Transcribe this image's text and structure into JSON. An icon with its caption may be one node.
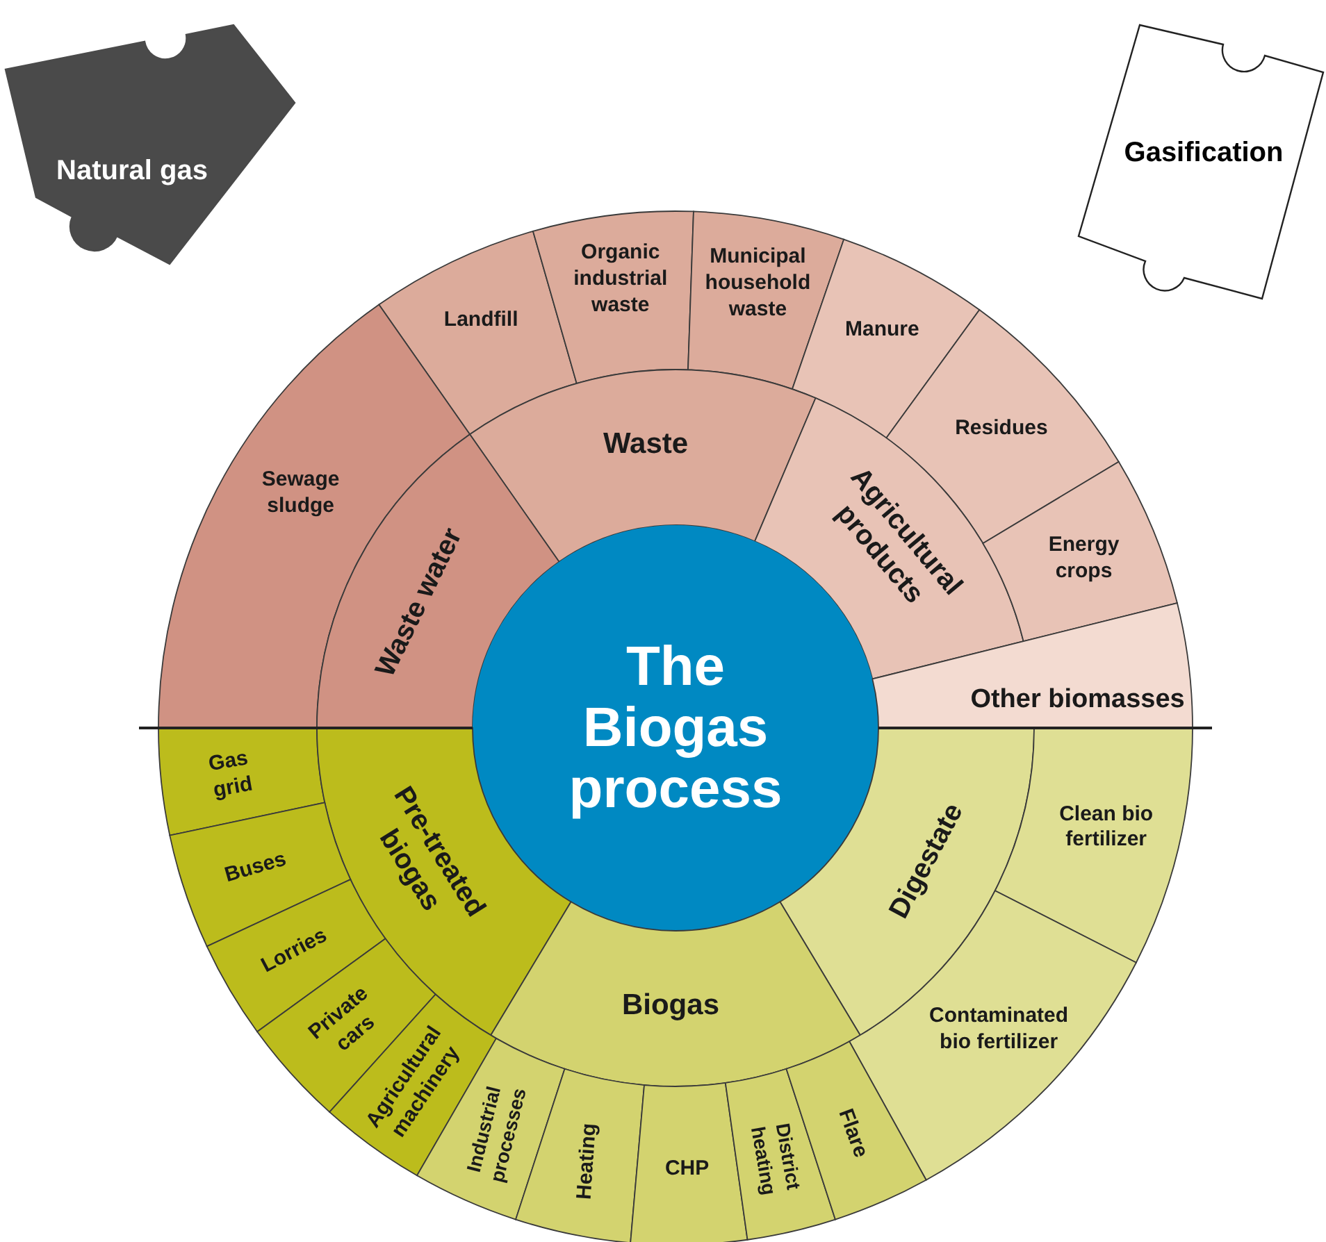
{
  "diagram": {
    "nodes": [
      {
        "text": [
          "Natural gas"
        ]
      },
      {
        "text": [
          "Gasification"
        ]
      },
      {
        "text": [
          "Landfill"
        ]
      },
      {
        "text": [
          "Organic industrial waste"
        ]
      },
      {
        "text": [
          "Municipal household waste"
        ]
      },
      {
        "text": [
          "Manure"
        ]
      },
      {
        "text": [
          "Sewage sludge"
        ]
      },
      {
        "text": [
          "Waste"
        ]
      },
      {
        "text": [
          "Residues"
        ]
      },
      {
        "text": [
          "Agricultural products"
        ]
      },
      {
        "text": [
          "Waste water"
        ]
      },
      {
        "text": [
          "Energy crops"
        ]
      },
      {
        "text": [
          "The Biogas process"
        ]
      },
      {
        "text": [
          "Other biomasses"
        ]
      },
      {
        "text": [
          "Gas grid"
        ]
      },
      {
        "text": [
          "Pre-treated biogas"
        ]
      },
      {
        "text": [
          "Digestate"
        ]
      },
      {
        "text": [
          "Clean bio fertilizer"
        ]
      },
      {
        "text": [
          "Buses"
        ]
      },
      {
        "text": [
          "Lorries"
        ]
      },
      {
        "text": [
          "Biogas"
        ]
      },
      {
        "text": [
          "Private cars"
        ]
      },
      {
        "text": [
          "Contaminated bio fertilizer"
        ]
      },
      {
        "text": [
          "Agricultural machinery"
        ]
      },
      {
        "text": [
          "Industrial processes"
        ]
      },
      {
        "text": [
          "Heating"
        ]
      },
      {
        "text": [
          "CHP"
        ]
      },
      {
        "text": [
          "District heating"
        ]
      },
      {
        "text": [
          "Flare"
        ]
      }
    ]
  }
}
